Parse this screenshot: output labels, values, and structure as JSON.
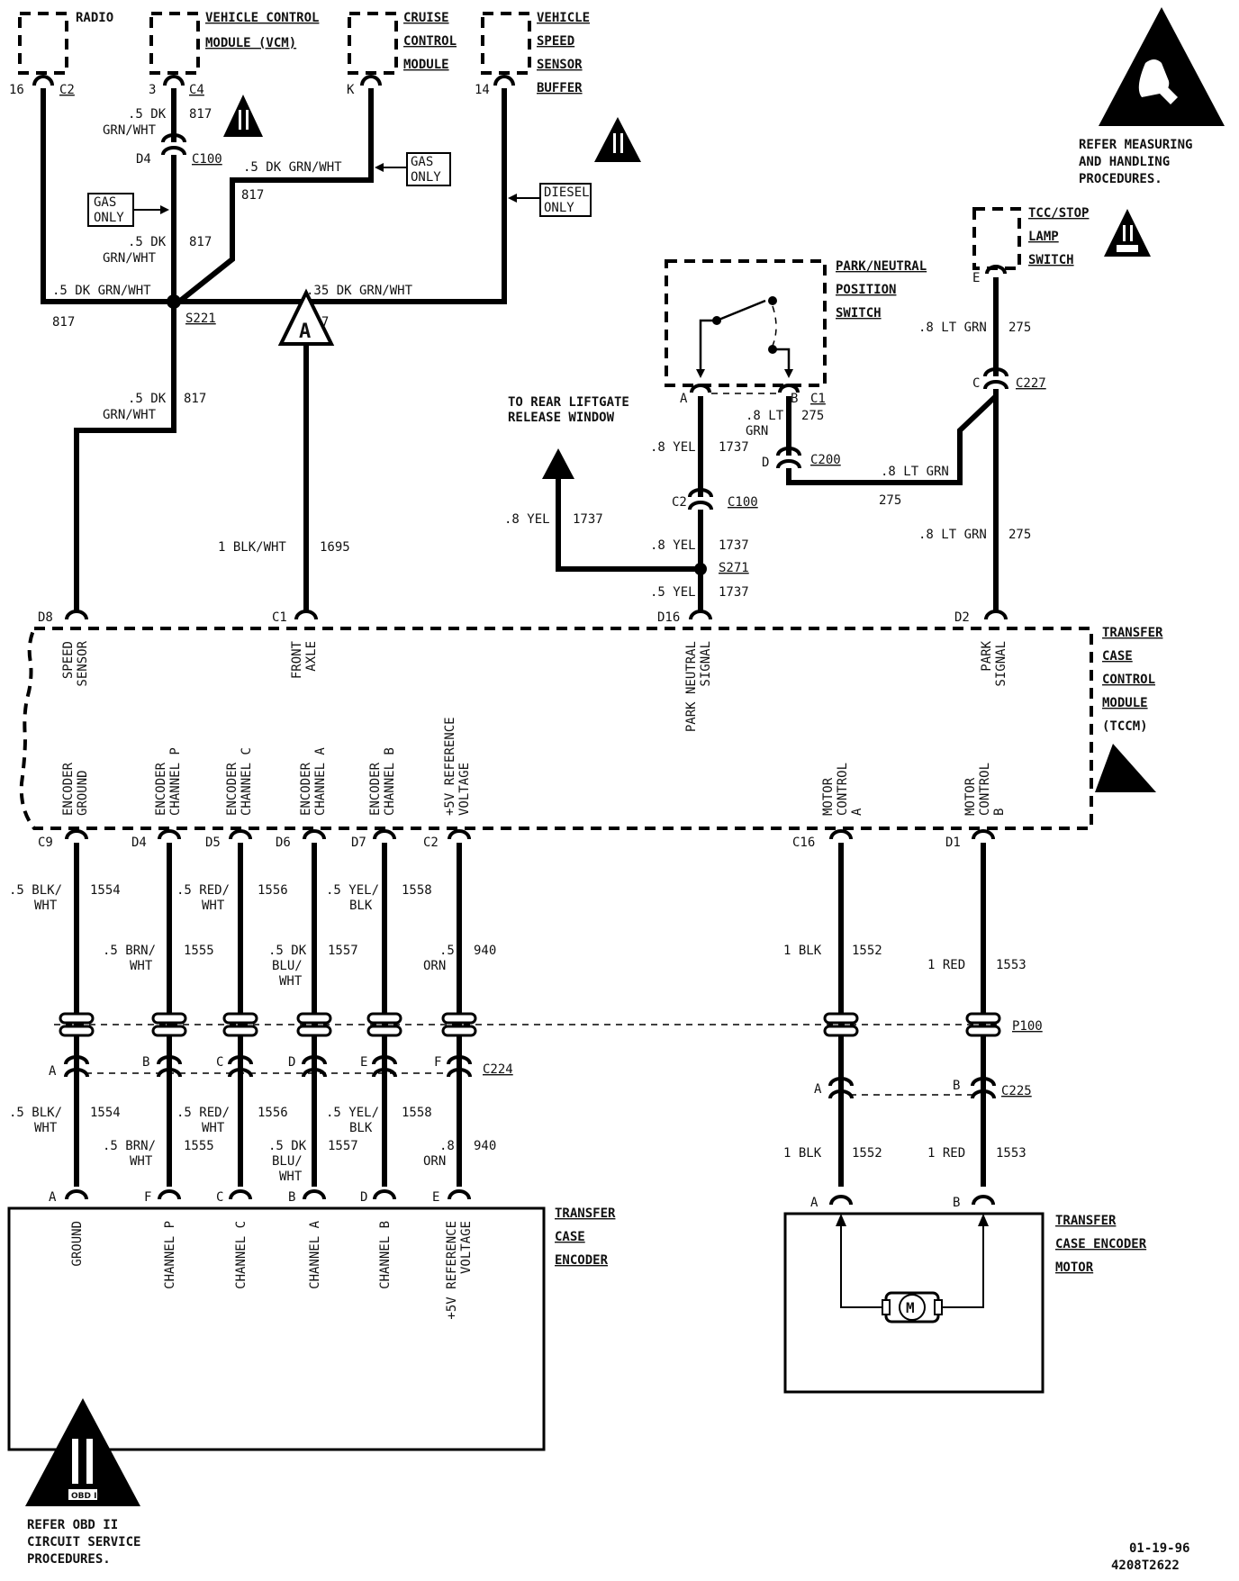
{
  "components": {
    "radio": "RADIO",
    "vcm_1": "VEHICLE CONTROL",
    "vcm_2": "MODULE (VCM)",
    "cruise_1": "CRUISE",
    "cruise_2": "CONTROL",
    "cruise_3": "MODULE",
    "vssb_1": "VEHICLE",
    "vssb_2": "SPEED",
    "vssb_3": "SENSOR",
    "vssb_4": "BUFFER",
    "pnp_1": "PARK/NEUTRAL",
    "pnp_2": "POSITION",
    "pnp_3": "SWITCH",
    "tcc_1": "TCC/STOP",
    "tcc_2": "LAMP",
    "tcc_3": "SWITCH",
    "tccm_1": "TRANSFER",
    "tccm_2": "CASE",
    "tccm_3": "CONTROL",
    "tccm_4": "MODULE",
    "tccm_5": "(TCCM)",
    "enc_1": "TRANSFER",
    "enc_2": "CASE",
    "enc_3": "ENCODER",
    "motor_1": "TRANSFER",
    "motor_2": "CASE ENCODER",
    "motor_3": "MOTOR",
    "motor_symbol": "M"
  },
  "notes": {
    "esd_1": "REFER MEASURING",
    "esd_2": "AND HANDLING",
    "esd_3": "PROCEDURES.",
    "obd_1": "REFER OBD II",
    "obd_2": "CIRCUIT SERVICE",
    "obd_3": "PROCEDURES.",
    "obd_roman": "II",
    "obd_small": "OBD II",
    "gas_only_1": "GAS",
    "gas_only_2": "ONLY",
    "diesel_only_1": "DIESEL",
    "diesel_only_2": "ONLY",
    "rear_liftgate_1": "TO REAR LIFTGATE",
    "rear_liftgate_2": "RELEASE WINDOW",
    "ref_a": "A",
    "date": "01-19-96",
    "figure_id": "4208T2622"
  },
  "connectors": {
    "c2": "C2",
    "c4": "C4",
    "c100": "C100",
    "c227": "C227",
    "c200": "C200",
    "c224": "C224",
    "c225": "C225",
    "p100": "P100",
    "s221": "S221",
    "s271": "S271",
    "c1": "C1"
  },
  "pins": {
    "radio": "16",
    "vcm": "3",
    "cruise": "K",
    "vssb": "14",
    "d4_c100": "D4",
    "pnp_a": "A",
    "pnp_b": "B",
    "tcc_e": "E",
    "c227_c": "C",
    "c200_d": "D",
    "c100_c2": "C2",
    "tccm_d8": "D8",
    "tccm_c1": "C1",
    "tccm_d16": "D16",
    "tccm_d2": "D2",
    "tccm_c9": "C9",
    "tccm_d4": "D4",
    "tccm_d5": "D5",
    "tccm_d6": "D6",
    "tccm_d7": "D7",
    "tccm_c2": "C2",
    "tccm_c16": "C16",
    "tccm_d1": "D1",
    "c224_a": "A",
    "c224_b": "B",
    "c224_c": "C",
    "c224_d": "D",
    "c224_e": "E",
    "c224_f": "F",
    "c225_a": "A",
    "c225_b": "B",
    "enc_a": "A",
    "enc_f": "F",
    "enc_c": "C",
    "enc_b": "B",
    "enc_d": "D",
    "enc_e": "E",
    "mot_a": "A",
    "mot_b": "B"
  },
  "wires": {
    "dk_grn_wht_5a": ".5 DK",
    "dk_grn_wht_5b": "GRN/WHT",
    "dk_grn_wht_5": ".5 DK GRN/WHT",
    "dk_grn_wht_35": ".35 DK GRN/WHT",
    "c817": "817",
    "blk_wht_1": "1 BLK/WHT",
    "c1695": "1695",
    "lt_grn_8": ".8 LT GRN",
    "lt_grn_8a": ".8 LT",
    "lt_grn_8b": "GRN",
    "c275": "275",
    "yel_8": ".8 YEL",
    "yel_5": ".5 YEL",
    "c1737": "1737",
    "blk_wht_5a": ".5 BLK/",
    "blk_wht_5b": "WHT",
    "c1554": "1554",
    "brn_wht_5a": ".5 BRN/",
    "brn_wht_5b": "WHT",
    "c1555": "1555",
    "red_wht_5a": ".5 RED/",
    "red_wht_5b": "WHT",
    "c1556": "1556",
    "dk_blu_wht_a": ".5 DK",
    "dk_blu_wht_b": "BLU/",
    "dk_blu_wht_c": "WHT",
    "c1557": "1557",
    "yel_blk_5a": ".5 YEL/",
    "yel_blk_5b": "BLK",
    "c1558": "1558",
    "orn_5a": ".5",
    "orn_5b": "ORN",
    "orn_8a": ".8",
    "orn_b": "ORN",
    "c940": "940",
    "blk_1": "1 BLK",
    "c1552": "1552",
    "red_1": "1 RED",
    "c1553": "1553"
  },
  "tccm_signals": {
    "speed_sensor_1": "SPEED",
    "speed_sensor_2": "SENSOR",
    "front_axle_1": "FRONT",
    "front_axle_2": "AXLE",
    "park_neutral_1": "PARK NEUTRAL",
    "park_neutral_2": "SIGNAL",
    "park_signal_1": "PARK",
    "park_signal_2": "SIGNAL",
    "enc_ground_1": "ENCODER",
    "enc_ground_2": "GROUND",
    "enc_p_1": "ENCODER",
    "enc_p_2": "CHANNEL P",
    "enc_c_1": "ENCODER",
    "enc_c_2": "CHANNEL C",
    "enc_a_1": "ENCODER",
    "enc_a_2": "CHANNEL A",
    "enc_b_1": "ENCODER",
    "enc_b_2": "CHANNEL B",
    "ref_1": "+5V REFERENCE",
    "ref_2": "VOLTAGE",
    "motor_a_1": "MOTOR",
    "motor_a_2": "CONTROL",
    "motor_a_3": "A",
    "motor_b_1": "MOTOR",
    "motor_b_2": "CONTROL",
    "motor_b_3": "B"
  },
  "encoder_signals": {
    "ground": "GROUND",
    "channel_p": "CHANNEL P",
    "channel_c": "CHANNEL C",
    "channel_a": "CHANNEL A",
    "channel_b": "CHANNEL B",
    "ref_1": "+5V REFERENCE",
    "ref_2": "VOLTAGE"
  }
}
